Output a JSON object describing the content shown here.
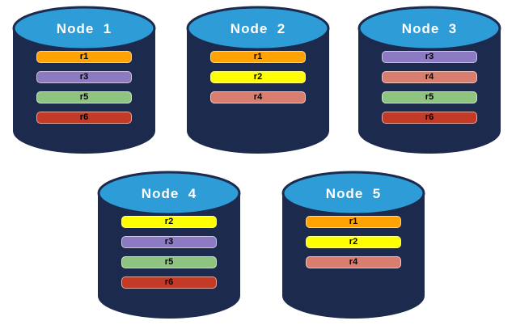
{
  "colors": {
    "cylinder_body": "#1C2A4D",
    "cylinder_top": "#2E9CD6",
    "node_label_text": "#FFFFFF",
    "bar_text": "#000000"
  },
  "palette": {
    "r1": "#FFA203",
    "r2": "#FFFF00",
    "r3": "#8C7BC2",
    "r4": "#D97E6E",
    "r5": "#8EC480",
    "r6": "#C33A26"
  },
  "nodes": [
    {
      "label": "Node  1",
      "replicas": [
        "r1",
        "r3",
        "r5",
        "r6"
      ]
    },
    {
      "label": "Node  2",
      "replicas": [
        "r1",
        "r2",
        "r4"
      ]
    },
    {
      "label": "Node  3",
      "replicas": [
        "r3",
        "r4",
        "r5",
        "r6"
      ]
    },
    {
      "label": "Node  4",
      "replicas": [
        "r2",
        "r3",
        "r5",
        "r6"
      ]
    },
    {
      "label": "Node  5",
      "replicas": [
        "r1",
        "r2",
        "r4"
      ]
    }
  ]
}
